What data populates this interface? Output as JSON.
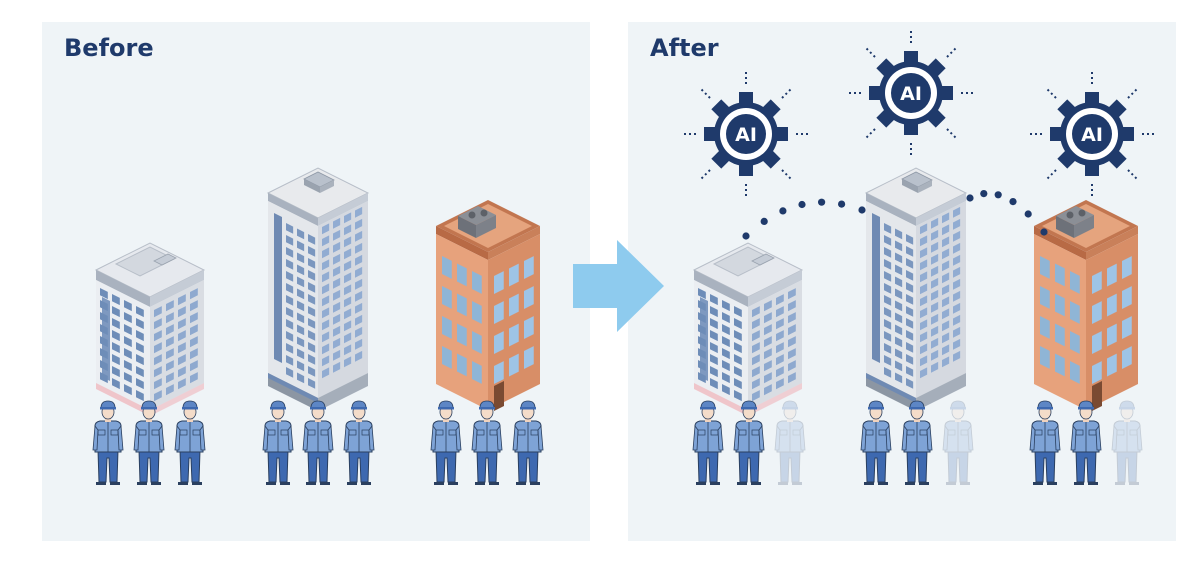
{
  "panels": {
    "before": {
      "title": "Before"
    },
    "after": {
      "title": "After"
    }
  },
  "ai_badge": {
    "label": "AI",
    "count": 3
  },
  "workers": {
    "before": {
      "per_building": 3,
      "active_per_building": 3
    },
    "after": {
      "per_building": 3,
      "active_per_building": 2
    }
  },
  "colors": {
    "panel_bg": "#eff4f7",
    "title": "#1f3a6b",
    "arrow": "#8ecbee",
    "ai_navy": "#1f3a6b",
    "worker_blue": "#6b93cd",
    "worker_faded": "#d6e1ee",
    "building_brick": "#d9956a",
    "building_window": "#9ec4e6"
  },
  "icons": [
    "arrow-right-icon",
    "ai-gear-icon",
    "worker-icon",
    "office-building-icon",
    "tower-building-icon",
    "brick-building-icon"
  ]
}
